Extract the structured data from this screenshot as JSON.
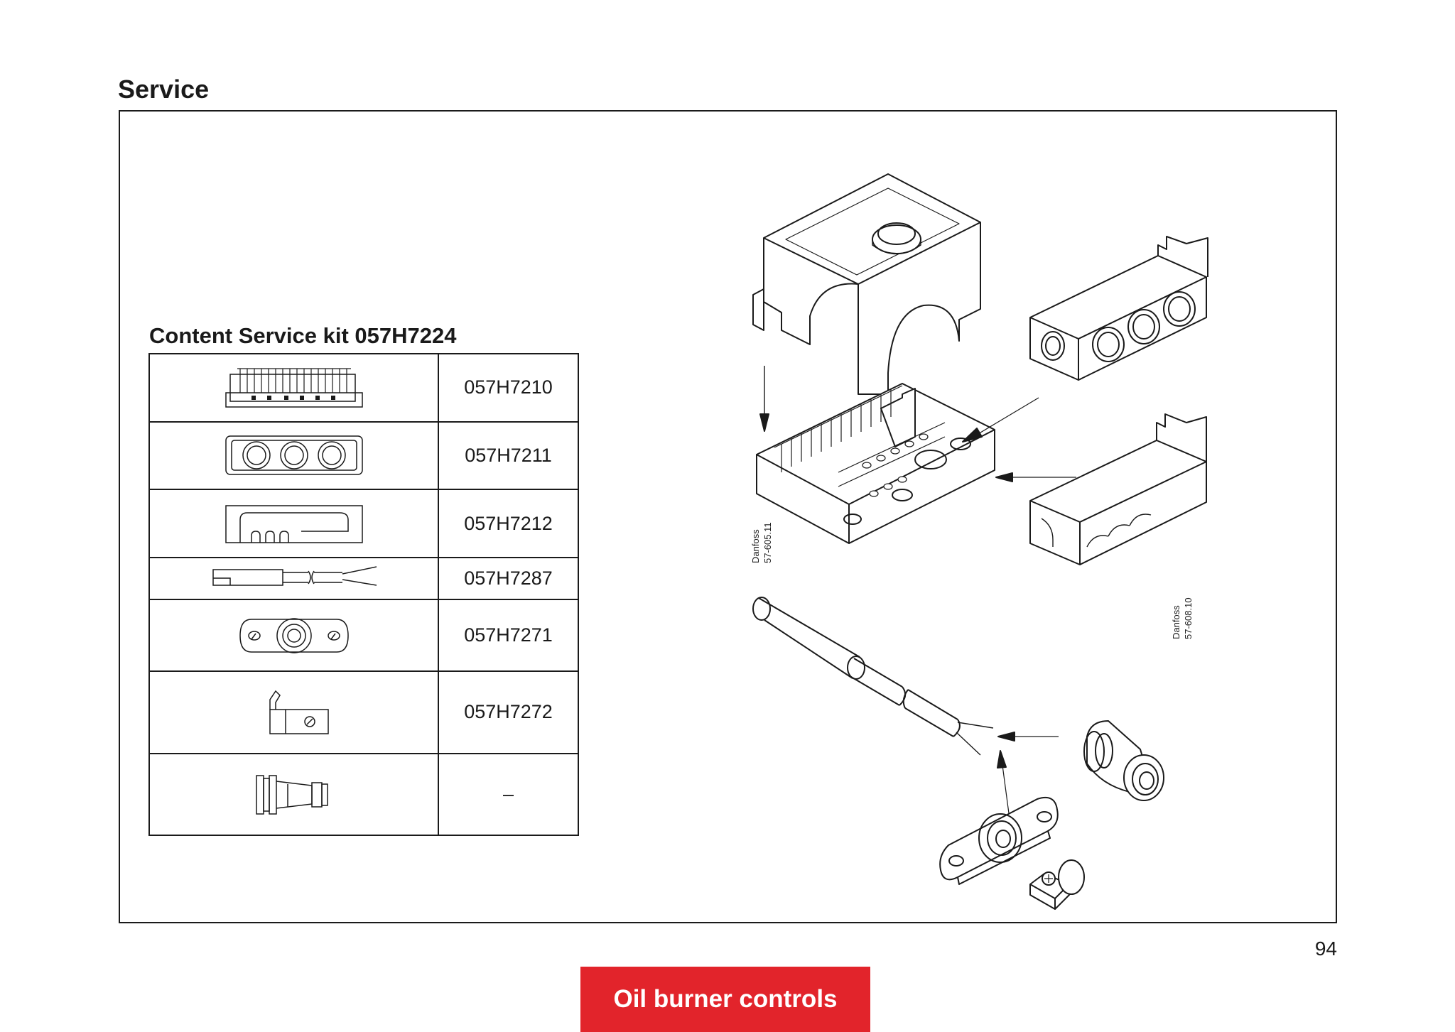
{
  "page": {
    "heading": "Service",
    "page_number": "94",
    "footer_tab": "Oil burner controls"
  },
  "service_kit": {
    "title": "Content Service kit 057H7224",
    "rows": [
      {
        "part": "terminal-strip-icon",
        "code": "057H7210"
      },
      {
        "part": "cable-entry-plate-three-holes-icon",
        "code": "057H7211"
      },
      {
        "part": "cable-entry-plate-open-icon",
        "code": "057H7212"
      },
      {
        "part": "photocell-sensor-icon",
        "code": "057H7287"
      },
      {
        "part": "flange-icon",
        "code": "057H7271"
      },
      {
        "part": "cable-clamp-icon",
        "code": "057H7272"
      },
      {
        "part": "grommet-icon",
        "code": "–"
      }
    ]
  },
  "illustration": {
    "ref_top_line1": "Danfoss",
    "ref_top_line2": "57-605.11",
    "ref_right_line1": "Danfoss",
    "ref_right_line2": "57-608.10"
  },
  "colors": {
    "footer_red": "#e2242b",
    "line": "#1a1a1a"
  }
}
